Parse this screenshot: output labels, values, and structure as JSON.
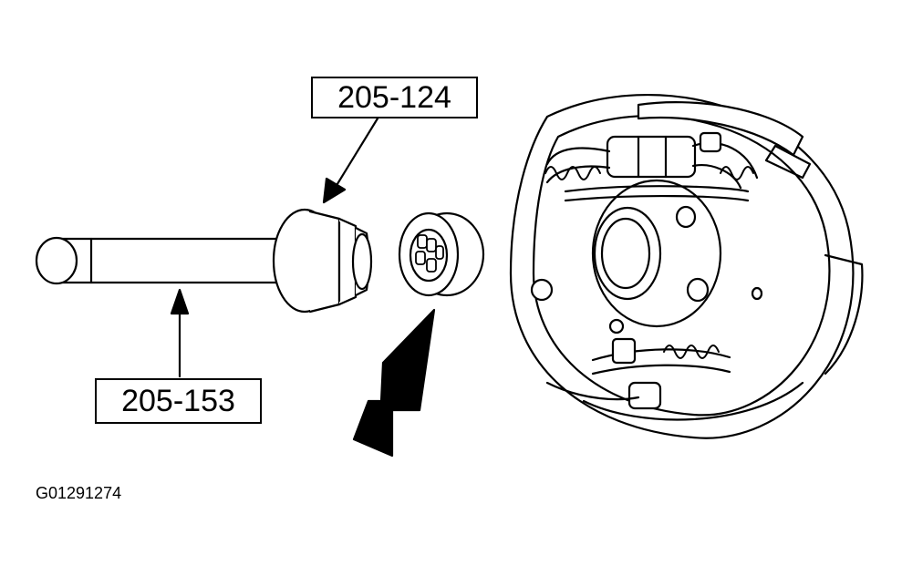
{
  "callouts": {
    "installer_tool": "205-124",
    "handle_tool": "205-153"
  },
  "figure_id": "G01291274",
  "colors": {
    "line": "#000000",
    "background": "#ffffff"
  }
}
